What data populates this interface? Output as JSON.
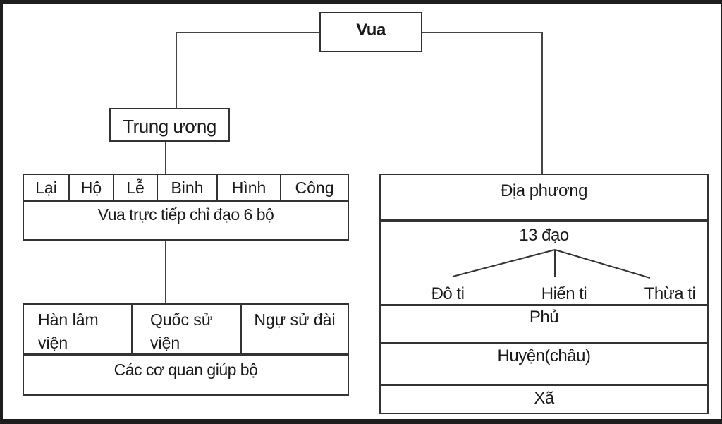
{
  "root": {
    "label": "Vua"
  },
  "central": {
    "label": "Trung ương",
    "ministries": [
      "Lại",
      "Hộ",
      "Lễ",
      "Binh",
      "Hình",
      "Công"
    ],
    "ministries_caption": "Vua trực tiếp chỉ đạo 6 bộ",
    "agencies": [
      "Hàn lâm viện",
      "Quốc sử viện",
      "Ngự sử đài"
    ],
    "agencies_caption": "Các cơ quan giúp bộ"
  },
  "local": {
    "label": "Địa phương",
    "region": "13 đạo",
    "offices": [
      "Đô ti",
      "Hiến ti",
      "Thừa ti"
    ],
    "levels": [
      "Phủ",
      "Huyện(châu)",
      "Xã"
    ]
  }
}
